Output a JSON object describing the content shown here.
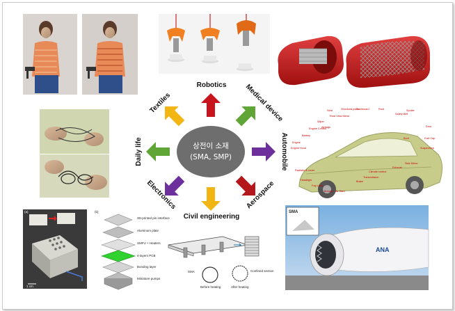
{
  "center": {
    "title": "상전이 소재",
    "subtitle": "(SMA, SMP)"
  },
  "labels": {
    "robotics": "Robotics",
    "medical": "Medical device",
    "automobile": "Automobile",
    "aerospace": "Aerospace",
    "civil": "Civil engineering",
    "electronics": "Electronics",
    "daily_life": "Daily life",
    "textiles": "Textiles"
  },
  "colors": {
    "robotics": "#c8141c",
    "medical": "#5fa637",
    "automobile": "#6c2f9b",
    "aerospace": "#b3161b",
    "civil": "#f2b614",
    "electronics": "#6c2f9b",
    "daily_life": "#5fa637",
    "textiles": "#f2b614",
    "center": "#6e6e6e"
  },
  "electronics_panel": {
    "panel_a": "(a)",
    "panel_b": "(b)",
    "scale": "1 cm",
    "layers": [
      "3D-printed pin interface",
      "Aluminum plate",
      "SMFU + Heaters",
      "4-layers PCB",
      "Bonding layer",
      "Miniature pumps"
    ]
  },
  "civil_panel": {
    "sma": "SMA",
    "before": "Before heating",
    "after": "After heating",
    "confined": "Confined section"
  },
  "aero_panel": {
    "sma": "SMA"
  },
  "car_parts": [
    "Seat",
    "Structural parts",
    "Dashboard",
    "Roof",
    "Spoiler",
    "Safety Belt",
    "Door",
    "Fuel Cap",
    "Suspension",
    "Boot",
    "Side Mirror",
    "Exhaust",
    "Climate control",
    "Brake",
    "Transmission",
    "Air Dam",
    "Bumper",
    "Fog Lamp",
    "Radiator & cover",
    "Headlight",
    "Engine Hood",
    "Engine",
    "Battery",
    "Engine Control",
    "Wiper",
    "Rear View Mirror",
    "Airbags"
  ]
}
